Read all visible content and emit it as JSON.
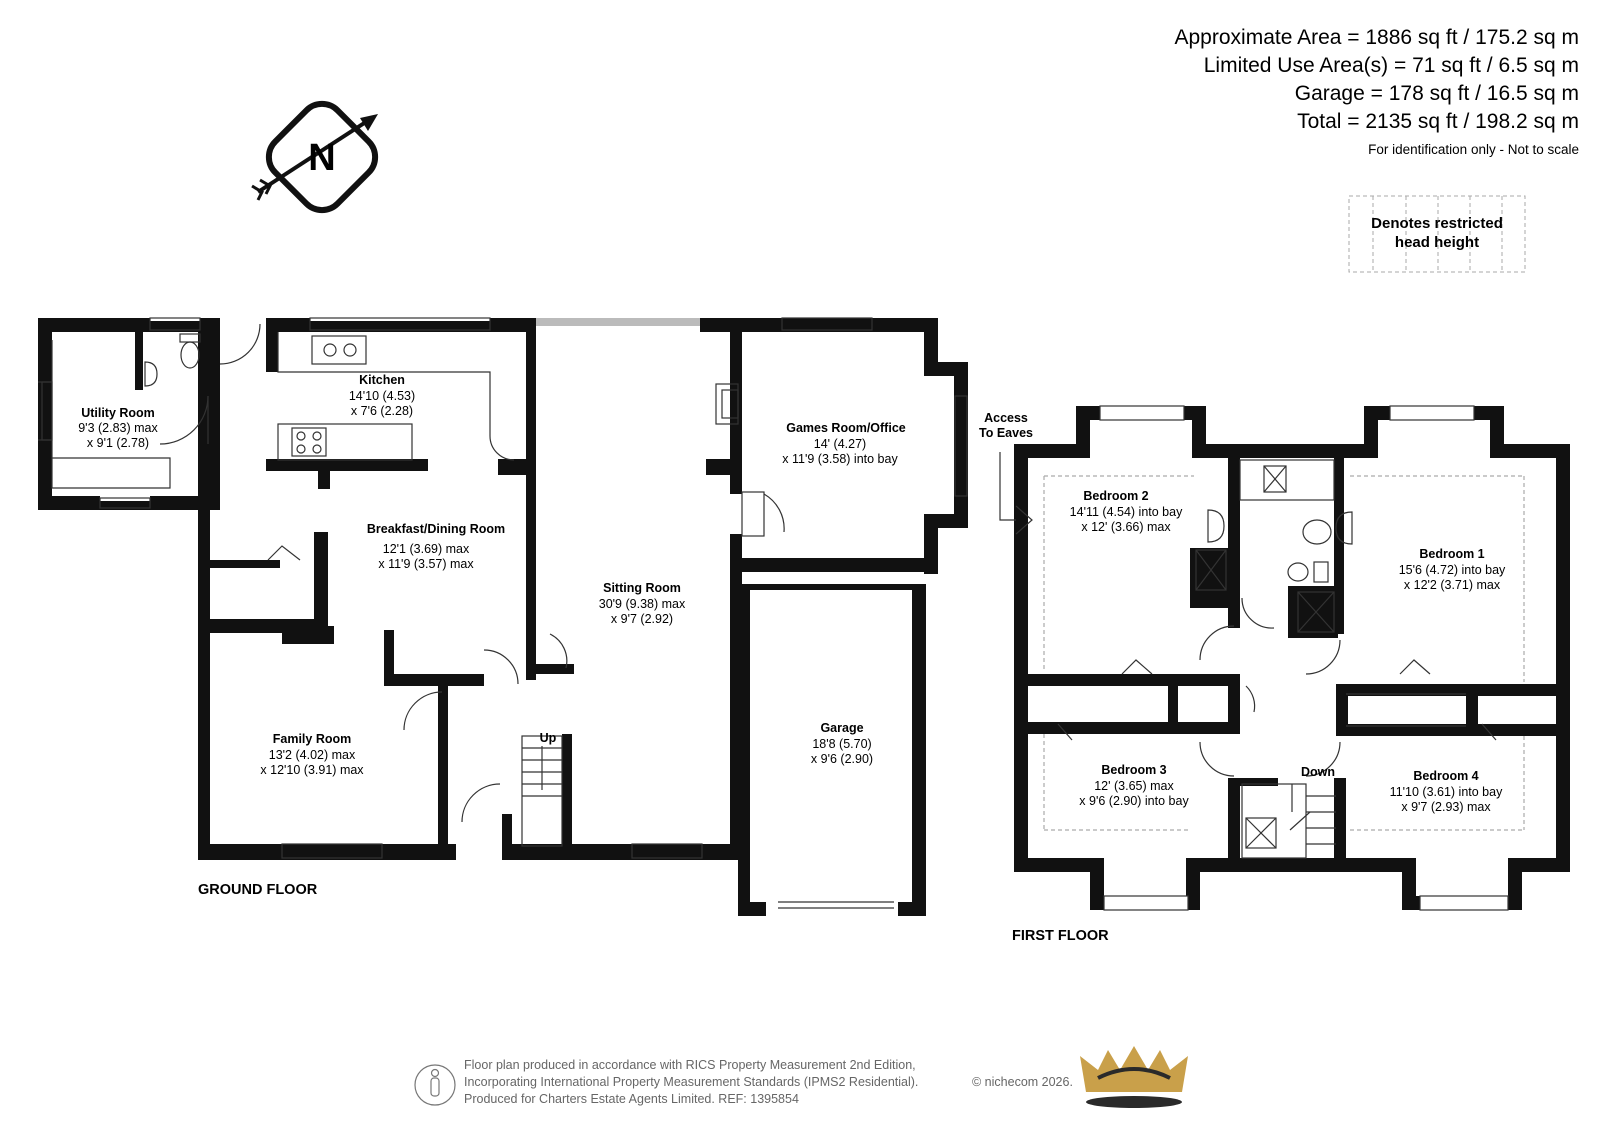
{
  "areas": [
    "Approximate Area = 1886 sq ft / 175.2 sq m",
    "Limited Use Area(s) = 71 sq ft / 6.5 sq m",
    "Garage = 178 sq ft / 16.5 sq m",
    "Total = 2135 sq ft / 198.2 sq m"
  ],
  "disclaimer": "For identification only - Not to scale",
  "legend": [
    "Denotes restricted",
    "head height"
  ],
  "compass": "N",
  "floors": {
    "ground": "GROUND FLOOR",
    "first": "FIRST FLOOR"
  },
  "rooms": {
    "utility": {
      "name": "Utility Room",
      "dims": [
        "9'3 (2.83) max",
        "x 9'1 (2.78)"
      ]
    },
    "kitchen": {
      "name": "Kitchen",
      "dims": [
        "14'10 (4.53)",
        "x 7'6 (2.28)"
      ]
    },
    "breakfast": {
      "name": "Breakfast/Dining Room",
      "dims": [
        "12'1 (3.69) max",
        "x 11'9 (3.57) max"
      ]
    },
    "family": {
      "name": "Family Room",
      "dims": [
        "13'2 (4.02) max",
        "x 12'10 (3.91) max"
      ]
    },
    "sitting": {
      "name": "Sitting Room",
      "dims": [
        "30'9 (9.38) max",
        "x 9'7 (2.92)"
      ]
    },
    "games": {
      "name": "Games Room/Office",
      "dims": [
        "14' (4.27)",
        "x 11'9 (3.58) into bay"
      ]
    },
    "garage": {
      "name": "Garage",
      "dims": [
        "18'8 (5.70)",
        "x 9'6 (2.90)"
      ]
    },
    "bed2": {
      "name": "Bedroom 2",
      "dims": [
        "14'11 (4.54) into bay",
        "x 12' (3.66) max"
      ]
    },
    "bed1": {
      "name": "Bedroom 1",
      "dims": [
        "15'6 (4.72) into bay",
        "x 12'2 (3.71) max"
      ]
    },
    "bed3": {
      "name": "Bedroom 3",
      "dims": [
        "12' (3.65) max",
        "x 9'6 (2.90) into bay"
      ]
    },
    "bed4": {
      "name": "Bedroom 4",
      "dims": [
        "11'10 (3.61) into bay",
        "x 9'7 (2.93) max"
      ]
    }
  },
  "labels": {
    "eaves": [
      "Access",
      "To Eaves"
    ],
    "up": "Up",
    "down": "Down"
  },
  "footer": {
    "lines": [
      "Floor plan produced in accordance with RICS Property Measurement 2nd Edition,",
      "Incorporating International Property Measurement Standards (IPMS2 Residential).",
      "Produced for Charters Estate Agents Limited.   REF: 1395854"
    ],
    "copyright": "© nichecom 2026."
  },
  "colors": {
    "wall": "#111111",
    "crown_gold": "#c9a04a",
    "crown_dark": "#2a2a2a",
    "footer_text": "#666666"
  }
}
